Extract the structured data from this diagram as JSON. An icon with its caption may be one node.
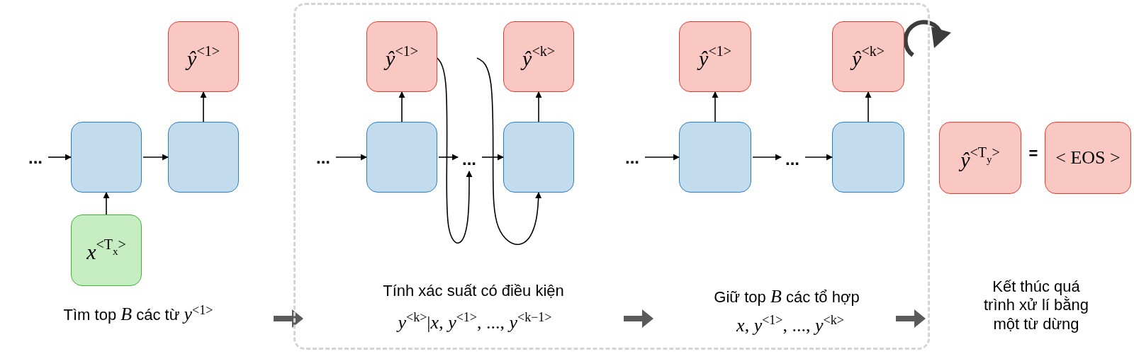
{
  "diagram": {
    "nodes": [
      {
        "text": [
          "..."
        ]
      },
      {
        "text": [],
        "shape": "box"
      },
      {
        "text": [],
        "shape": "box"
      },
      {
        "text": [
          "*ŷ*$^{<1>}$"
        ]
      },
      {
        "text": [
          "*x*$^{<T}$$_{x}$$^{>}$"
        ]
      },
      {
        "text": [],
        "shape": "box"
      },
      {
        "text": [
          "..."
        ],
        "in": 5
      },
      {
        "text": [],
        "shape": "box",
        "in": 5
      },
      {
        "text": [
          "*ŷ*$^{<1>}$"
        ],
        "in": 5
      },
      {
        "text": [
          "..."
        ],
        "in": 5
      },
      {
        "text": [],
        "shape": "box",
        "in": 5
      },
      {
        "text": [
          "*ŷ*$^{<k>}$"
        ],
        "in": 5
      },
      {
        "text": [
          "..."
        ],
        "in": 5
      },
      {
        "text": [],
        "shape": "box",
        "in": 5
      },
      {
        "text": [
          "*ŷ*$^{<1>}$"
        ],
        "in": 5
      },
      {
        "text": [
          "..."
        ],
        "in": 5
      },
      {
        "text": [],
        "shape": "box",
        "in": 5
      },
      {
        "text": [
          "*ŷ*$^{<k>}$"
        ],
        "in": 5
      },
      {
        "text": [
          "*ŷ*$^{<T}$$_{y}$$^{>}$"
        ]
      },
      {
        "text": [
          "< EOS >"
        ]
      }
    ],
    "edges": [
      {
        "from": 0,
        "to": 1,
        "arrow": "to"
      },
      {
        "from": 4,
        "to": 1,
        "arrow": "to"
      },
      {
        "from": 1,
        "to": 2,
        "arrow": "to"
      },
      {
        "from": 2,
        "to": 3,
        "arrow": "to"
      },
      {
        "from": 6,
        "to": 7,
        "arrow": "to"
      },
      {
        "from": 7,
        "to": 8,
        "arrow": "to"
      },
      {
        "from": 7,
        "to": 9,
        "arrow": "to"
      },
      {
        "from": 9,
        "to": 10,
        "arrow": "to"
      },
      {
        "from": 10,
        "to": 11,
        "arrow": "to"
      },
      {
        "from": 8,
        "to": 9,
        "arrow": "to"
      },
      {
        "from": null,
        "to": 10,
        "arrow": "to"
      },
      {
        "from": 12,
        "to": 13,
        "arrow": "to"
      },
      {
        "from": 13,
        "to": 14,
        "arrow": "to"
      },
      {
        "from": 13,
        "to": 15,
        "arrow": "to"
      },
      {
        "from": 15,
        "to": 16,
        "arrow": "to"
      },
      {
        "from": 16,
        "to": 17,
        "arrow": "to"
      }
    ],
    "labels": [
      "Tìm top *B* các từ *y*$^{<1>}$",
      "Tính xác suất có điều kiện",
      "*y*$^{<k>}$|*x*, *y*$^{<1>}$, ..., *y*$^{<k−1>}$",
      "Giữ top *B* các tổ hợp",
      "*x*, *y*$^{<1>}$, ..., *y*$^{<k>}$",
      "=",
      "Kết thúc quá trình xử lí bằng một từ dừng"
    ]
  }
}
